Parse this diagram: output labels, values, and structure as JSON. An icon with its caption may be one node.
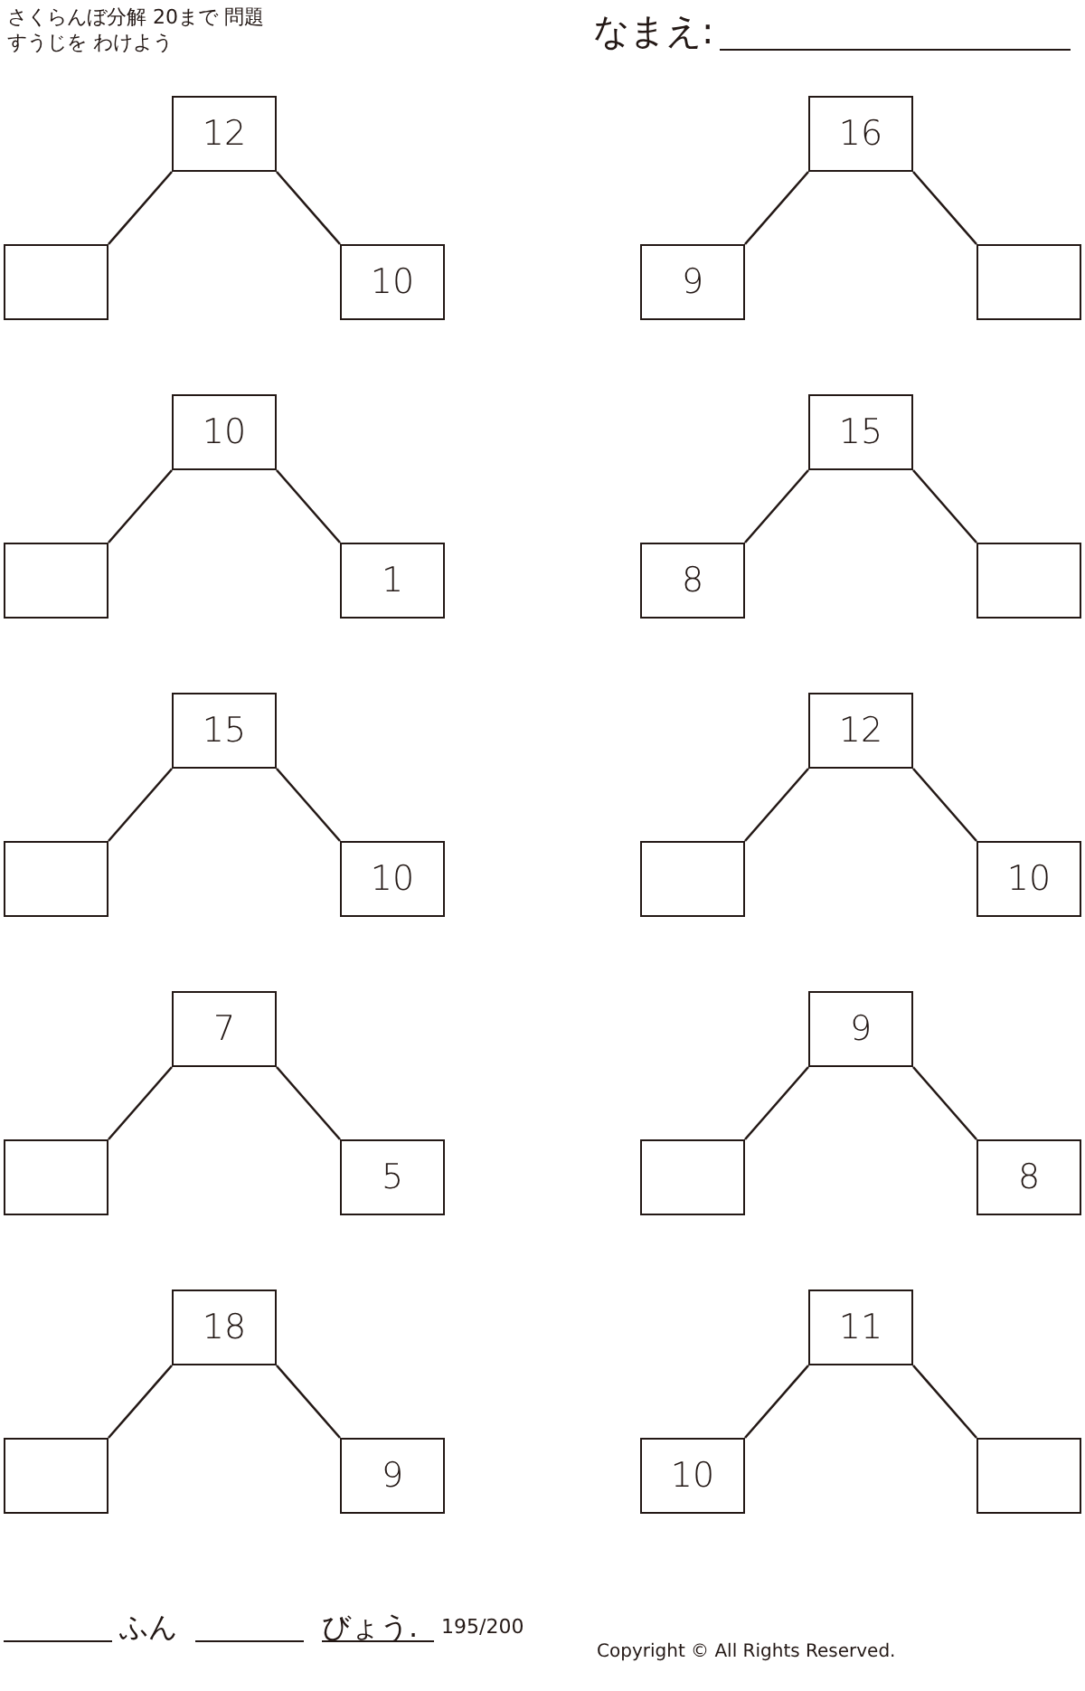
{
  "diagram": {
    "title": "さくらんぼ分解 20まで 問題",
    "nodes": [
      {
        "text": [
          "12"
        ]
      },
      {
        "text": [],
        "shape": "box"
      },
      {
        "text": [
          "10"
        ]
      },
      {
        "text": [
          "16"
        ]
      },
      {
        "text": [
          "9"
        ]
      },
      {
        "text": [],
        "shape": "box"
      },
      {
        "text": [
          "10"
        ]
      },
      {
        "text": [],
        "shape": "box"
      },
      {
        "text": [
          "1"
        ]
      },
      {
        "text": [
          "15"
        ]
      },
      {
        "text": [
          "8"
        ]
      },
      {
        "text": [],
        "shape": "box"
      },
      {
        "text": [
          "15"
        ]
      },
      {
        "text": [],
        "shape": "box"
      },
      {
        "text": [
          "10"
        ]
      },
      {
        "text": [
          "12"
        ]
      },
      {
        "text": [],
        "shape": "box"
      },
      {
        "text": [
          "10"
        ]
      },
      {
        "text": [
          "7"
        ]
      },
      {
        "text": [],
        "shape": "box"
      },
      {
        "text": [
          "5"
        ]
      },
      {
        "text": [
          "9"
        ]
      },
      {
        "text": [],
        "shape": "box"
      },
      {
        "text": [
          "8"
        ]
      },
      {
        "text": [
          "18"
        ]
      },
      {
        "text": [],
        "shape": "box"
      },
      {
        "text": [
          "9"
        ]
      },
      {
        "text": [
          "11"
        ]
      },
      {
        "text": [
          "10"
        ]
      },
      {
        "text": [],
        "shape": "box"
      }
    ],
    "edges": [
      {
        "from": 0,
        "to": 1,
        "arrow": "none"
      },
      {
        "from": 0,
        "to": 2,
        "arrow": "none"
      },
      {
        "from": 3,
        "to": 4,
        "arrow": "none"
      },
      {
        "from": 3,
        "to": 5,
        "arrow": "none"
      },
      {
        "from": 6,
        "to": 7,
        "arrow": "none"
      },
      {
        "from": 6,
        "to": 8,
        "arrow": "none"
      },
      {
        "from": 9,
        "to": 10,
        "arrow": "none"
      },
      {
        "from": 9,
        "to": 11,
        "arrow": "none"
      },
      {
        "from": 12,
        "to": 13,
        "arrow": "none"
      },
      {
        "from": 12,
        "to": 14,
        "arrow": "none"
      },
      {
        "from": 15,
        "to": 16,
        "arrow": "none"
      },
      {
        "from": 15,
        "to": 17,
        "arrow": "none"
      },
      {
        "from": 18,
        "to": 19,
        "arrow": "none"
      },
      {
        "from": 18,
        "to": 20,
        "arrow": "none"
      },
      {
        "from": 21,
        "to": 22,
        "arrow": "none"
      },
      {
        "from": 21,
        "to": 23,
        "arrow": "none"
      },
      {
        "from": 24,
        "to": 25,
        "arrow": "none"
      },
      {
        "from": 24,
        "to": 26,
        "arrow": "none"
      },
      {
        "from": 27,
        "to": 28,
        "arrow": "none"
      },
      {
        "from": 27,
        "to": 29,
        "arrow": "none"
      }
    ],
    "labels": [
      "すうじを わけよう",
      "なまえ:",
      "ふん",
      "びょう.",
      "195/200",
      "Copyright © All Rights Reserved."
    ]
  }
}
